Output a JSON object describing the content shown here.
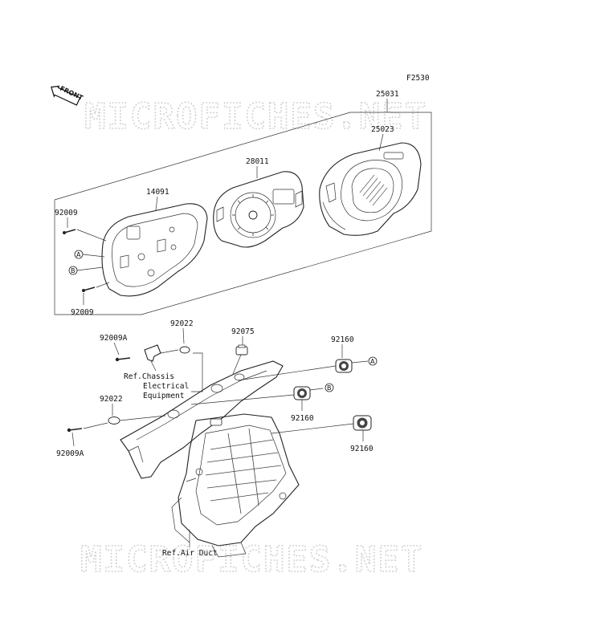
{
  "diagram_code": "F2530",
  "front_label": "FRONT",
  "watermark": "MICROFICHES.NET",
  "parts": {
    "p25031": "25031",
    "p25023": "25023",
    "p28011": "28011",
    "p14091": "14091",
    "p92009_top": "92009",
    "p92009_bottom": "92009",
    "p92009A_top": "92009A",
    "p92009A_bottom": "92009A",
    "p92022_top": "92022",
    "p92022_left": "92022",
    "p92075": "92075",
    "p92160_a": "92160",
    "p92160_b": "92160",
    "p92160_c": "92160"
  },
  "callouts": {
    "a_left": "A",
    "b_left": "B",
    "a_right": "A",
    "b_right": "B"
  },
  "references": {
    "ref_chassis_line1": "Ref.Chassis",
    "ref_chassis_line2": "Electrical",
    "ref_chassis_line3": "Equipment",
    "ref_air_duct": "Ref.Air Duct"
  }
}
